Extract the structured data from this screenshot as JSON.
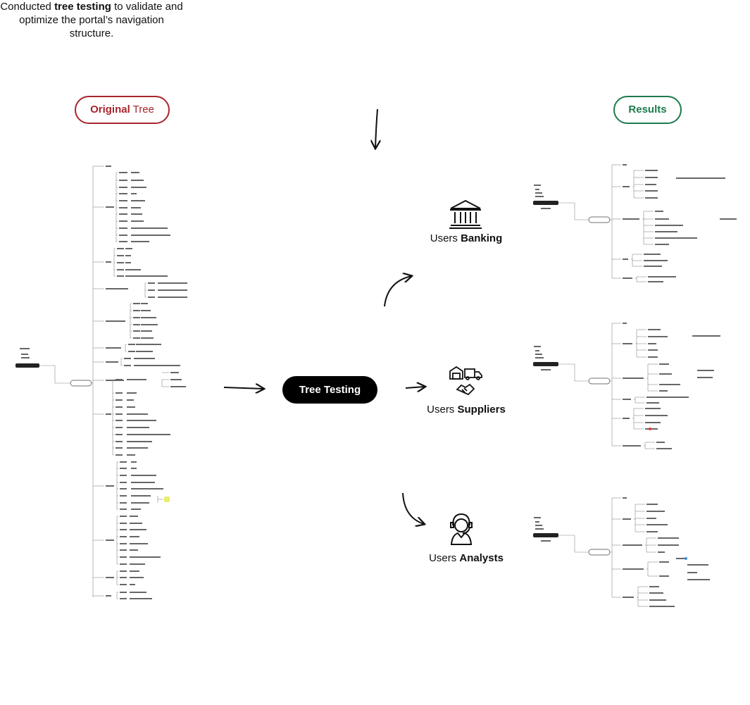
{
  "intro": {
    "prefix": "Conducted ",
    "bold": "tree testing",
    "suffix": " to validate and optimize the portal’s navigation structure."
  },
  "original_pill": {
    "bold": "Original",
    "rest": " Tree"
  },
  "results_pill": {
    "label": "Results"
  },
  "center_pill": {
    "label": "Tree Testing"
  },
  "users": [
    {
      "prefix": "Users ",
      "bold": "Banking",
      "icon": "bank-icon"
    },
    {
      "prefix": "Users ",
      "bold": "Suppliers",
      "icon": "warehouse-truck-handshake-icon"
    },
    {
      "prefix": "Users ",
      "bold": "Analysts",
      "icon": "headset-agent-icon"
    }
  ],
  "colors": {
    "original_red": "#a8252c",
    "results_green": "#1d7a4c",
    "black": "#000000"
  }
}
